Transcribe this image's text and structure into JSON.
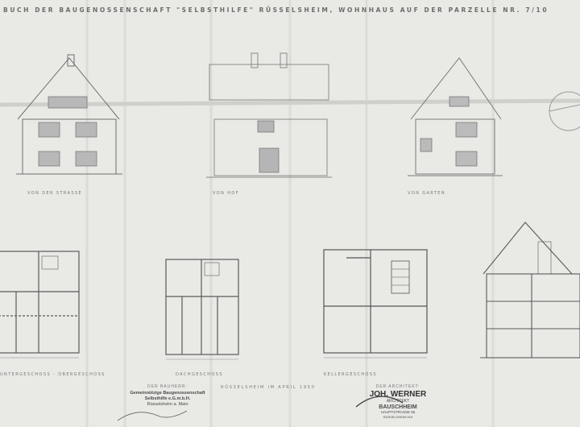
{
  "title": "BUCH DER BAUGENOSSENSCHAFT \"SELBSTHILFE\" RÜSSELSHEIM, WOHNHAUS AUF DER PARZELLE NR. 7/10",
  "elevations": {
    "street": "VON DER STRASSE",
    "yard": "VON HOF",
    "garden": "VON GARTEN"
  },
  "plans": {
    "floor1": "UNTERGESCHOSS - OBERGESCHOSS",
    "floor2": "DACHGESCHOSS",
    "basement": "KELLERGESCHOSS",
    "section": ""
  },
  "date_line": "RÜSSELSHEIM IM APRIL 1950",
  "client": {
    "heading": "DER BAUHERR:",
    "line1": "Gemeinnützige Baugenossenschaft",
    "line2": "Selbsthilfe e.G.m.b.H.",
    "line3": "Rüsselsheim a. Main"
  },
  "architect": {
    "heading": "DER ARCHITEKT:",
    "name": "JOH. WERNER",
    "role": "ARCHITEKT",
    "city": "BAUSCHHEIM",
    "street": "HAUPTSTRASSE 55",
    "phone": "RÜSSELSHEIM 519"
  },
  "colors": {
    "paper": "#e9e9e6",
    "ink": "#5a5a5a",
    "faint": "#9a9a9a"
  }
}
